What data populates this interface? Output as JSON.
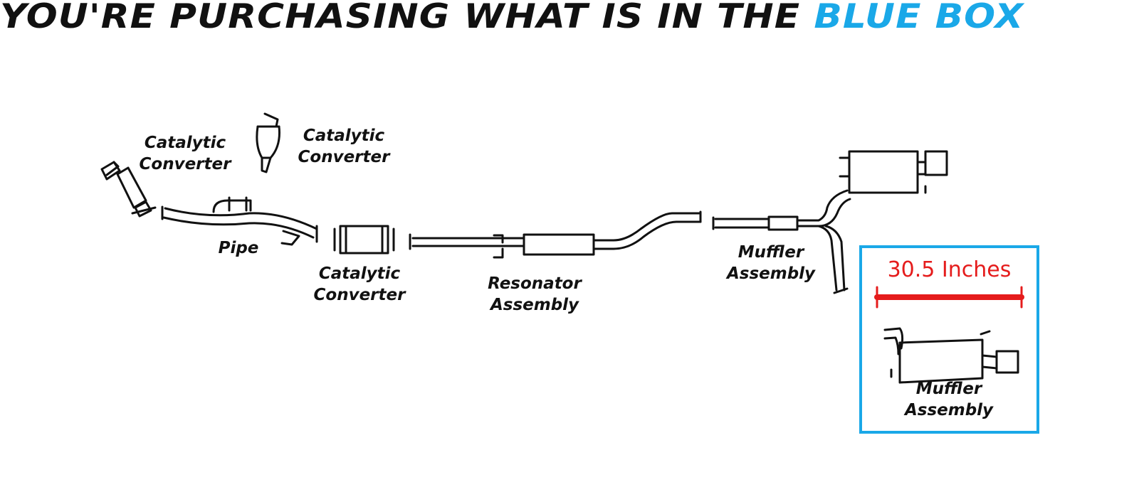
{
  "headline": {
    "text_main": "YOU'RE PURCHASING WHAT IS IN THE ",
    "text_accent": "BLUE BOX"
  },
  "colors": {
    "accent": "#1aa8e8",
    "dimension": "#e51c1c",
    "ink": "#111111"
  },
  "labels": {
    "cat_left": "Catalytic\nConverter",
    "cat_top": "Catalytic\nConverter",
    "pipe": "Pipe",
    "cat_mid": "Catalytic\nConverter",
    "resonator": "Resonator\nAssembly",
    "muffler_main": "Muffler\nAssembly"
  },
  "highlight": {
    "dimension": "30.5 Inches",
    "label": "Muffler\nAssembly"
  }
}
